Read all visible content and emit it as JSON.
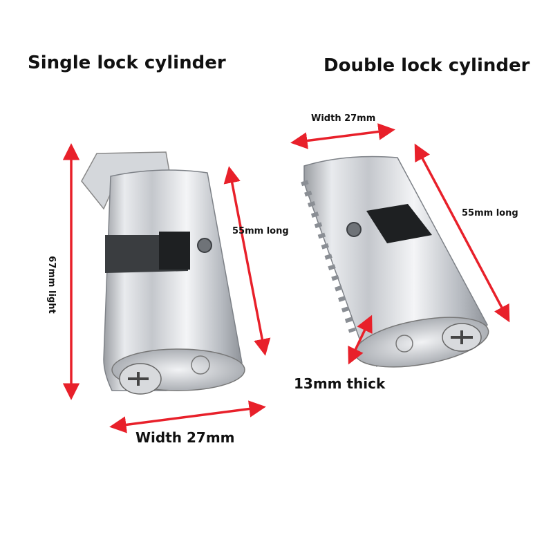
{
  "titles": {
    "single": "Single lock cylinder",
    "double": "Double lock cylinder"
  },
  "dimension_labels": {
    "width_top": "Width 27mm",
    "long_right": "55mm long",
    "long_middle": "55mm long",
    "height_left": "67mm light",
    "thickness": "13mm thick",
    "width_bottom": "Width 27mm"
  },
  "colors": {
    "arrow": "#e8202a",
    "background": "#ffffff",
    "text": "#111111"
  }
}
